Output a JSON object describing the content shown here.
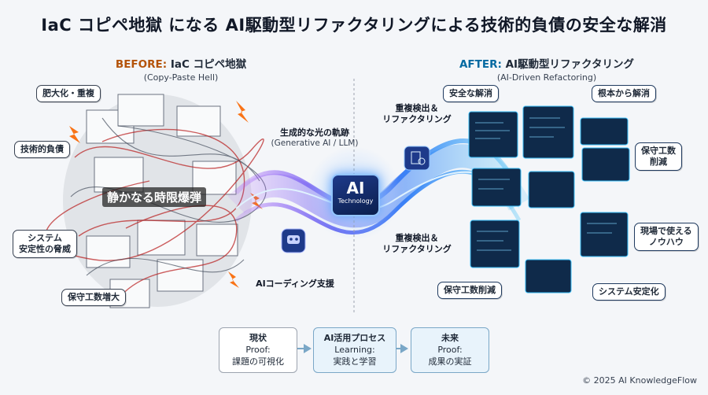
{
  "title": "IaC コピペ地獄 になる AI駆動型リファクタリングによる技術的負債の安全な解消",
  "before": {
    "lead": "BEFORE:",
    "heading": "IaC コピペ地獄",
    "sub": "(Copy-Paste Hell)",
    "callouts": [
      "肥大化・重複",
      "技術的負債",
      "システム\n安定性の脅威",
      "保守工数増大"
    ],
    "center": "静かなる時限爆弾"
  },
  "after": {
    "lead": "AFTER:",
    "heading": "AI駆動型リファクタリング",
    "sub": "(AI-Driven Refactoring)",
    "callouts": [
      "安全な解消",
      "根本から解消",
      "保守工数\n削減",
      "現場で使える\nノウハウ",
      "保守工数削減",
      "システム安定化"
    ]
  },
  "middle": {
    "light_trail": "生成的な光の軌跡",
    "light_trail_sub": "(Generative AI / LLM)",
    "dedup_top": "重複検出＆\nリファクタリング",
    "dedup_bottom": "重複検出＆\nリファクタリング",
    "ai_label": "AI",
    "ai_sub": "Technology",
    "coding_support": "AIコーディング支援"
  },
  "flow": [
    {
      "heading": "現状",
      "line1": "Proof:",
      "line2": "課題の可視化"
    },
    {
      "heading": "AI活用プロセス",
      "line1": "Learning:",
      "line2": "実践と学習"
    },
    {
      "heading": "未来",
      "line1": "Proof:",
      "line2": "成果の実証"
    }
  ],
  "copyright": "© 2025 AI KnowledgeFlow",
  "colors": {
    "accent_before": "#b45309",
    "accent_after": "#0369a1",
    "wave": "#3b82f6"
  }
}
